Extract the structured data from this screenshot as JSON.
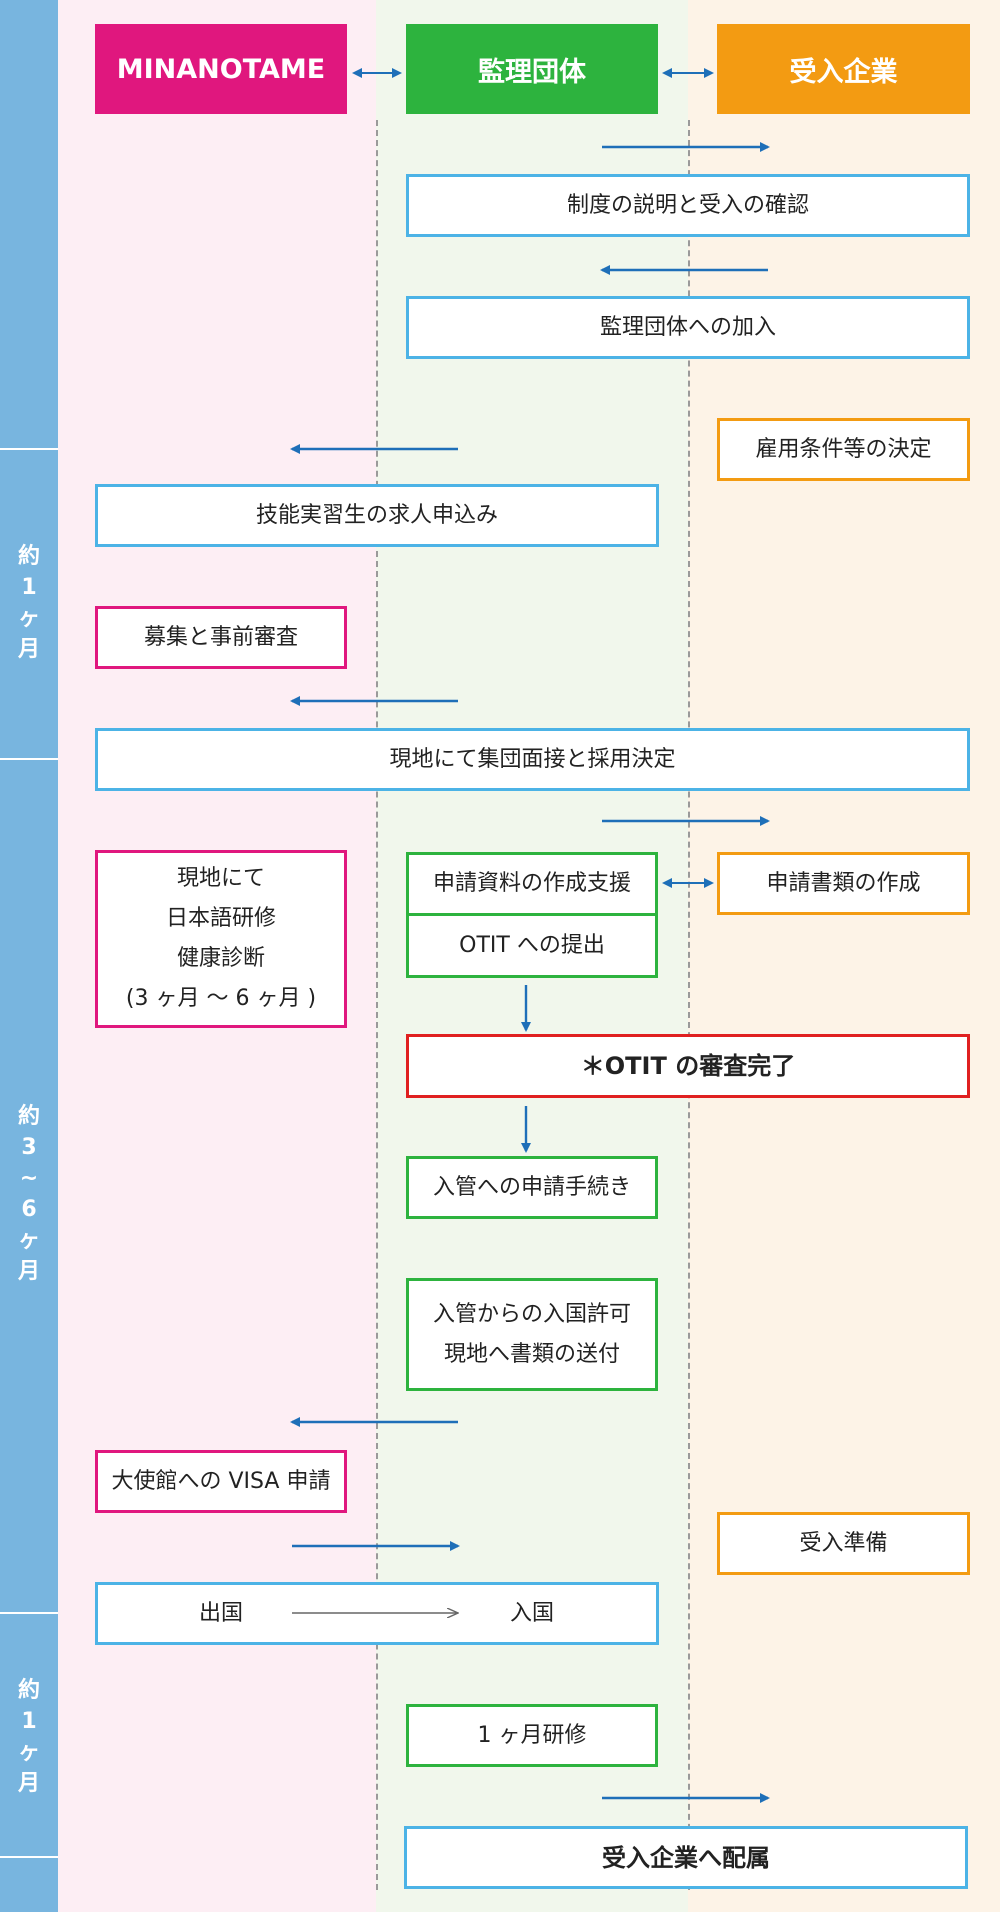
{
  "lanes": {
    "minanotame": "MINANOTAME",
    "kanri": "監理団体",
    "ukeire": "受入企業"
  },
  "colors": {
    "minanotame": "#e0177e",
    "kanri": "#2db33e",
    "ukeire": "#f39b12",
    "side_bar": "#78b5df",
    "box_border": "#4cb3e6",
    "arrow": "#1e6fb8"
  },
  "periods": [
    {
      "chars": [
        "約",
        "1",
        "ヶ",
        "月"
      ]
    },
    {
      "chars": [
        "約",
        "3",
        "~",
        "6",
        "ヶ",
        "月"
      ]
    },
    {
      "chars": [
        "約",
        "1",
        "ヶ",
        "月"
      ]
    }
  ],
  "steps": {
    "seido": "制度の説明と受入の確認",
    "kanyu": "監理団体への加入",
    "koyo": "雇用条件等の決定",
    "kyujin": "技能実習生の求人申込み",
    "boshu": "募集と事前審査",
    "mensetsu": "現地にて集団面接と採用決定",
    "genchi_lines": [
      "現地にて",
      "日本語研修",
      "健康診断",
      "(3 ヶ月 〜 6 ヶ月 )"
    ],
    "shinsei_shiryo": "申請資料の作成支援",
    "shinsei_shorui": "申請書類の作成",
    "otit_teishutsu": "OTIT への提出",
    "otit_shinsa": "＊OTIT の審査完了",
    "nyukan_shinsei": "入管への申請手続き",
    "kyoka_lines": [
      "入管からの入国許可",
      "現地へ書類の送付"
    ],
    "visa": "大使館への VISA 申請",
    "junbi": "受入準備",
    "shukkoku": "出国",
    "nyukoku": "入国",
    "kenshu": "1 ヶ月研修",
    "haizoku": "受入企業へ配属"
  }
}
